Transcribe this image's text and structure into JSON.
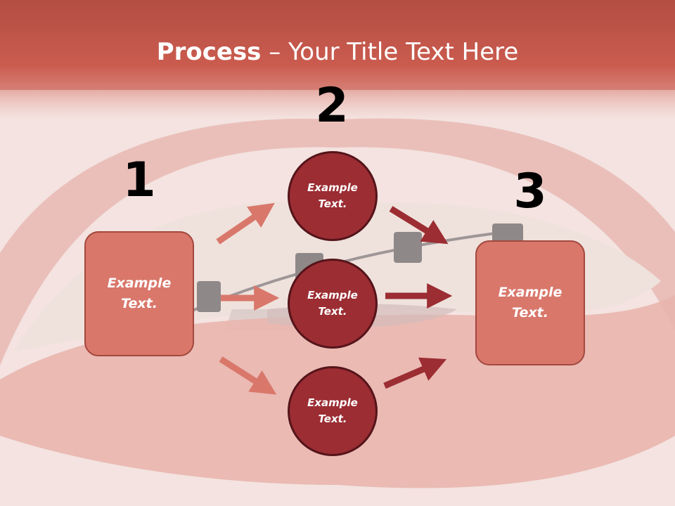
{
  "slide": {
    "title_bold": "Process",
    "title_rest": " – Your Title Text Here",
    "numbers": [
      "1",
      "2",
      "3"
    ],
    "boxes": [
      "Example\nText.",
      "Example\nText."
    ],
    "circles": [
      "Example\nText.",
      "Example\nText.",
      "Example\nText."
    ],
    "colors": {
      "header_band": "#c4574b",
      "box_fill": "#d9776b",
      "circle_fill": "#9b2d33",
      "arrow_light": "#d9776b",
      "arrow_dark": "#9b2d33"
    }
  }
}
